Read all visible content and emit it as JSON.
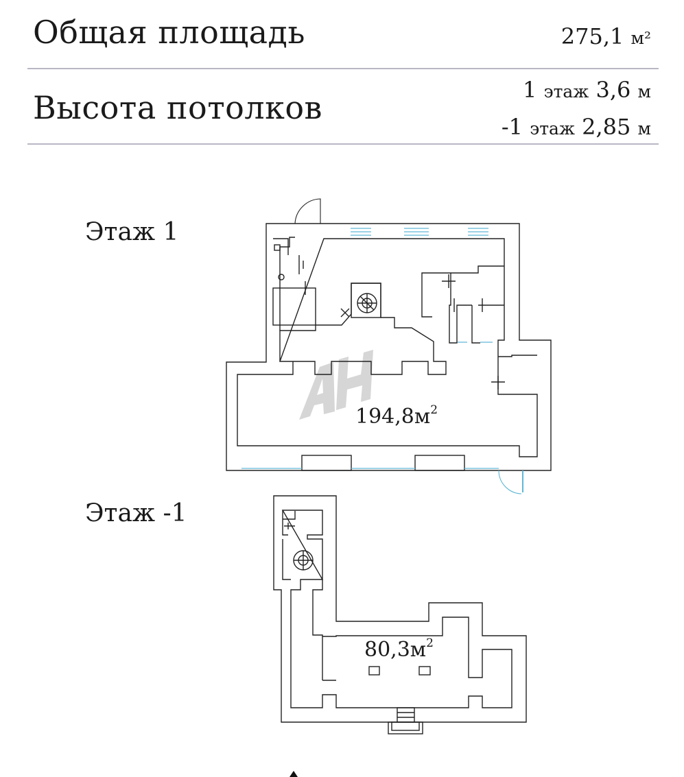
{
  "summary": {
    "total_area_label": "Общая площадь",
    "total_area_value": "275,1",
    "total_area_unit": "м²",
    "ceiling_label": "Высота потолков",
    "ceilings": [
      {
        "floor": "1",
        "word": "этаж",
        "height": "3,6",
        "unit": "м"
      },
      {
        "floor": "-1",
        "word": "этаж",
        "height": "2,85",
        "unit": "м"
      }
    ]
  },
  "plans": [
    {
      "label": "Этаж 1",
      "area": "194,8м",
      "area_sup": "2"
    },
    {
      "label": "Этаж -1",
      "area": "80,3м",
      "area_sup": "2"
    }
  ],
  "watermark": "АН",
  "colors": {
    "wall": "#222222",
    "window": "#5fb8d6",
    "rule": "#b8b8c4",
    "watermark": "#d4d4d4"
  }
}
